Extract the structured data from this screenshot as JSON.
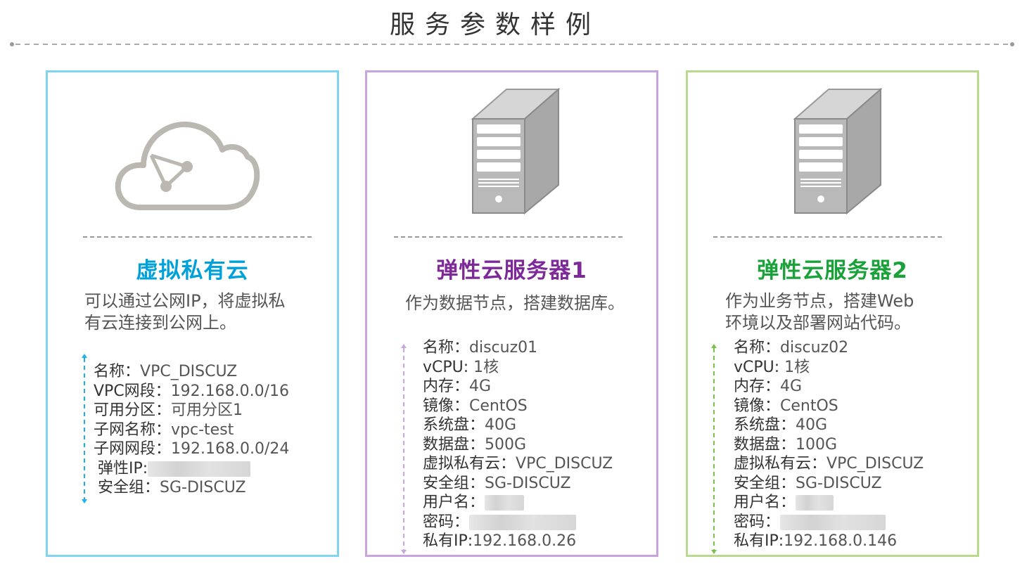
{
  "title": "服务参数样例",
  "colors": {
    "vpc": "#00a0d8",
    "ecs1": "#7d2a98",
    "ecs2": "#1aa13a",
    "vpc_border": "#7fd4f0",
    "ecs1_border": "#c9a3dd",
    "ecs2_border": "#b9d98f"
  },
  "cards": [
    {
      "icon": "cloud-network-icon",
      "title": "虚拟私有云",
      "desc": [
        "可以通过公网IP，将虚拟私",
        "有云连接到公网上。"
      ],
      "rows": [
        {
          "k": "名称：",
          "v": "VPC_DISCUZ"
        },
        {
          "k": "VPC网段：",
          "v": "192.168.0.0/16"
        },
        {
          "k": "可用分区：",
          "v": "可用分区1"
        },
        {
          "k": "子网名称：",
          "v": "vpc-test"
        },
        {
          "k": "子网网段：",
          "v": "192.168.0.0/24"
        },
        {
          "k": " 弹性IP:",
          "v": ""
        },
        {
          "k": " 安全组：",
          "v": "SG-DISCUZ"
        }
      ]
    },
    {
      "icon": "server-icon",
      "title": "弹性云服务器1",
      "desc": [
        "作为数据节点，搭建数据库。"
      ],
      "rows": [
        {
          "k": "名称：",
          "v": "discuz01"
        },
        {
          "k": "vCPU: ",
          "v": "1核"
        },
        {
          "k": "内存：",
          "v": "4G"
        },
        {
          "k": "镜像：",
          "v": "CentOS"
        },
        {
          "k": "系统盘：",
          "v": "40G"
        },
        {
          "k": "数据盘：",
          "v": "500G"
        },
        {
          "k": "虚拟私有云：",
          "v": "VPC_DISCUZ"
        },
        {
          "k": "安全组：",
          "v": "SG-DISCUZ"
        },
        {
          "k": "用户名：",
          "v": ""
        },
        {
          "k": "密码：",
          "v": ""
        },
        {
          "k": "私有IP:",
          "v": "192.168.0.26"
        }
      ]
    },
    {
      "icon": "server-icon",
      "title": "弹性云服务器2",
      "desc": [
        "作为业务节点，搭建Web",
        "环境以及部署网站代码。"
      ],
      "rows": [
        {
          "k": "名称：",
          "v": "discuz02"
        },
        {
          "k": "vCPU: ",
          "v": "1核"
        },
        {
          "k": "内存：",
          "v": "4G"
        },
        {
          "k": "镜像：",
          "v": "CentOS"
        },
        {
          "k": "系统盘：",
          "v": "40G"
        },
        {
          "k": "数据盘：",
          "v": "100G"
        },
        {
          "k": "虚拟私有云：",
          "v": "VPC_DISCUZ"
        },
        {
          "k": "安全组：",
          "v": "SG-DISCUZ"
        },
        {
          "k": "用户名：",
          "v": ""
        },
        {
          "k": "密码：",
          "v": ""
        },
        {
          "k": "私有IP:",
          "v": "192.168.0.146"
        }
      ]
    }
  ]
}
